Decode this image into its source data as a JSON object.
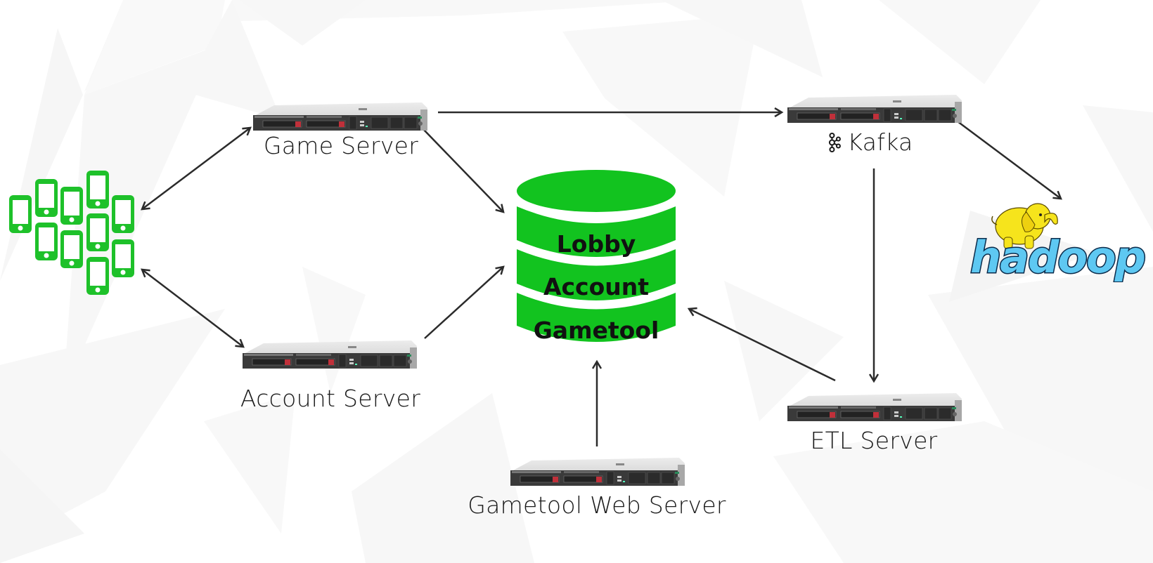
{
  "diagram": {
    "nodes": {
      "clients": {
        "label": "",
        "icon": "smartphone-cluster-icon"
      },
      "game_server": {
        "label": "Game Server",
        "icon": "rack-server-icon"
      },
      "account_server": {
        "label": "Account Server",
        "icon": "rack-server-icon"
      },
      "kafka": {
        "label": "Kafka",
        "icon": "rack-server-icon",
        "logo": "kafka-logo-icon"
      },
      "etl_server": {
        "label": "ETL Server",
        "icon": "rack-server-icon"
      },
      "gametool_web_server": {
        "label": "Gametool Web Server",
        "icon": "rack-server-icon"
      },
      "hadoop": {
        "label": "hadoop",
        "icon": "hadoop-elephant-logo"
      },
      "database": {
        "icon": "database-cylinder-icon",
        "layers": [
          "Lobby",
          "Account",
          "Gametool"
        ]
      }
    },
    "edges": [
      {
        "from": "clients",
        "to": "game_server",
        "bidirectional": true
      },
      {
        "from": "clients",
        "to": "account_server",
        "bidirectional": true
      },
      {
        "from": "game_server",
        "to": "kafka",
        "bidirectional": false
      },
      {
        "from": "game_server",
        "to": "database",
        "bidirectional": false
      },
      {
        "from": "account_server",
        "to": "database",
        "bidirectional": false
      },
      {
        "from": "kafka",
        "to": "hadoop",
        "bidirectional": false
      },
      {
        "from": "kafka",
        "to": "etl_server",
        "bidirectional": false
      },
      {
        "from": "etl_server",
        "to": "database",
        "bidirectional": false
      },
      {
        "from": "gametool_web_server",
        "to": "database",
        "bidirectional": false
      }
    ],
    "colors": {
      "db_green": "#12c31f",
      "phone_green": "#1ec12a",
      "arrow": "#2b2b2b",
      "hadoop_blue": "#5ec8f2",
      "hadoop_yellow": "#f6e41c"
    }
  }
}
